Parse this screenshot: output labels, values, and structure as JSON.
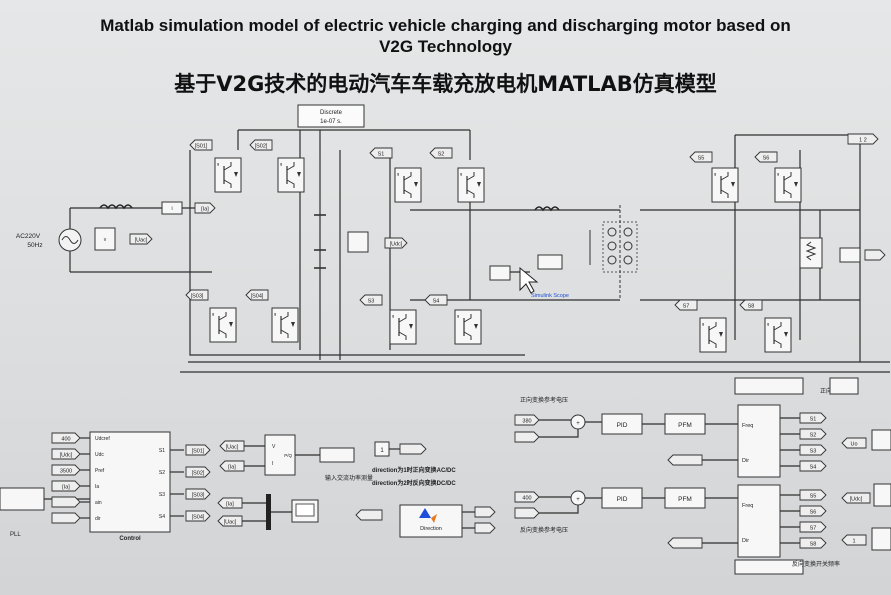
{
  "title": {
    "en_line1": "Matlab simulation model of electric vehicle charging and discharging motor based on",
    "en_line2": "V2G Technology",
    "zh": "基于V2G技术的电动汽车车载充放电机MATLAB仿真模型"
  },
  "powergui": {
    "line1": "Discrete",
    "line2": "1e-07 s."
  },
  "source": {
    "label": "AC220V",
    "freq": "50Hz"
  },
  "goto_tags": {
    "s01": "[S01]",
    "s02": "[S02]",
    "s03": "[S03]",
    "s04": "[S04]",
    "ia": "[Ia]",
    "uac": "[Uac]",
    "udc": "[Udc]",
    "uo": "[Uo]",
    "one": "1"
  },
  "bridge_labels": [
    "S1",
    "S2",
    "S3",
    "S4",
    "S5",
    "S6",
    "S7",
    "S8"
  ],
  "scope_note": "Simulink Scope",
  "control": {
    "inputs": [
      "400",
      "[Udc]",
      "3500",
      "[Ia]",
      "",
      ""
    ],
    "ports_in": [
      "Udcref",
      "Udc",
      "Pref",
      "Ia",
      "ain",
      "dir"
    ],
    "ports_out": [
      "S1",
      "S2",
      "S3",
      "S4"
    ],
    "outputs": [
      "[S01]",
      "[S02]",
      "[S03]",
      "[S04]"
    ],
    "name": "Control",
    "pll": "PLL"
  },
  "power_calc": {
    "inputs": [
      "[Uac]",
      "[Ia]"
    ],
    "ports": [
      "V",
      "I"
    ],
    "out": "P/Q",
    "label": "输入交流功率测量"
  },
  "ui_meas": {
    "inputs": [
      "[Ia]",
      "[Uac]"
    ]
  },
  "direction": {
    "const": "1",
    "note1": "direction为1时正向变换AC/DC",
    "note2": "direction为2时反向变换DC/DC",
    "block": "Direction"
  },
  "forward": {
    "label": "正向变换参考电压",
    "ref": "380",
    "pid": "PID",
    "pfm": "PFM",
    "freq": "Freq",
    "dir": "Dir",
    "outs": [
      "S1",
      "S2",
      "S3",
      "S4"
    ]
  },
  "reverse": {
    "label": "反向变换参考电压",
    "ref": "400",
    "pid": "PID",
    "pfm": "PFM",
    "freq": "Freq",
    "dir": "Dir",
    "outs": [
      "S5",
      "S6",
      "S7",
      "S8"
    ],
    "note": "反向变换开关频率"
  },
  "right_tags": [
    "Uo",
    "[Udc]",
    "1"
  ],
  "misc": {
    "positive": "正向",
    "right_top": "1 2"
  },
  "colors": {
    "wire": "#2a2a2a",
    "block": "#f7f7f7",
    "tag": "#e8e8e8",
    "accent": "#1e4fd8"
  }
}
